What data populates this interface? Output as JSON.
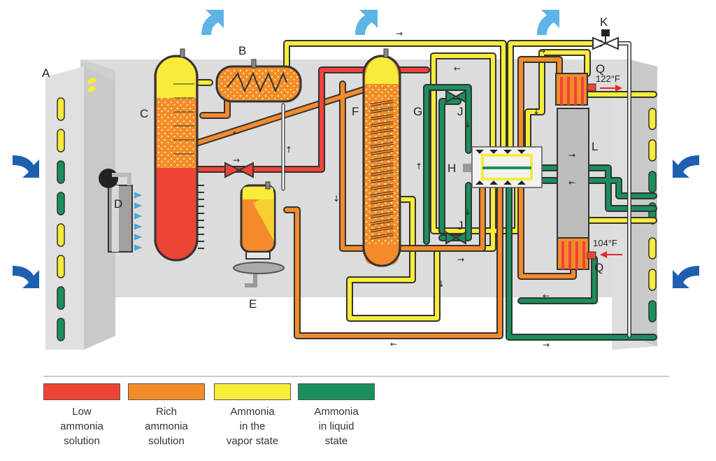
{
  "labels": {
    "A": "A",
    "B": "B",
    "C": "C",
    "D": "D",
    "E": "E",
    "F": "F",
    "G": "G",
    "H": "H",
    "J_top": "J",
    "J_bottom": "J",
    "K": "K",
    "L": "L",
    "Q_top": "Q",
    "Q_bottom": "Q"
  },
  "temperatures": {
    "hot": "122°F",
    "cold": "104°F"
  },
  "colors": {
    "low_solution": "#ee4436",
    "rich_solution": "#f48b2a",
    "vapor": "#f7ec3a",
    "liquid": "#1a8f5e",
    "air_arrow": "#1f5fb0",
    "out_arrow": "#5fb4e6"
  },
  "legend": [
    {
      "color": "#ee4436",
      "text": "Low\nammonia\nsolution"
    },
    {
      "color": "#f48b2a",
      "text": "Rich\nammonia\nsolution"
    },
    {
      "color": "#f7ec3a",
      "text": "Ammonia\nin the\nvapor state"
    },
    {
      "color": "#1a8f5e",
      "text": "Ammonia\nin liquid\nstate"
    }
  ]
}
